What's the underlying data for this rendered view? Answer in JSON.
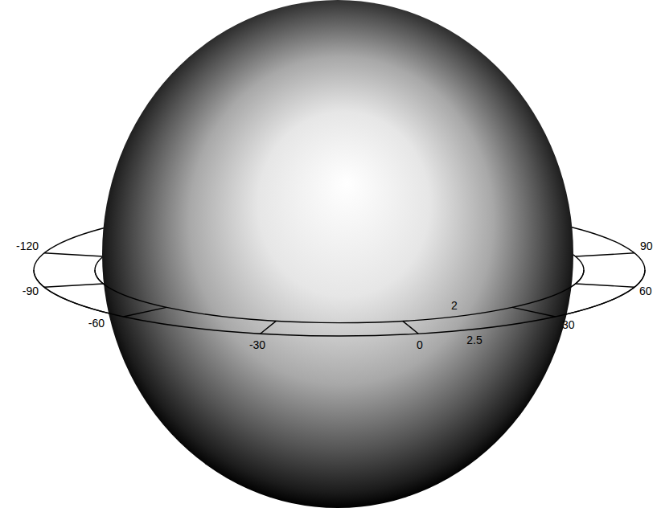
{
  "diagram": {
    "labels": [
      "-120",
      "-90",
      "-60",
      "-30",
      "0",
      "30",
      "60",
      "90",
      "2",
      "2.5"
    ]
  }
}
